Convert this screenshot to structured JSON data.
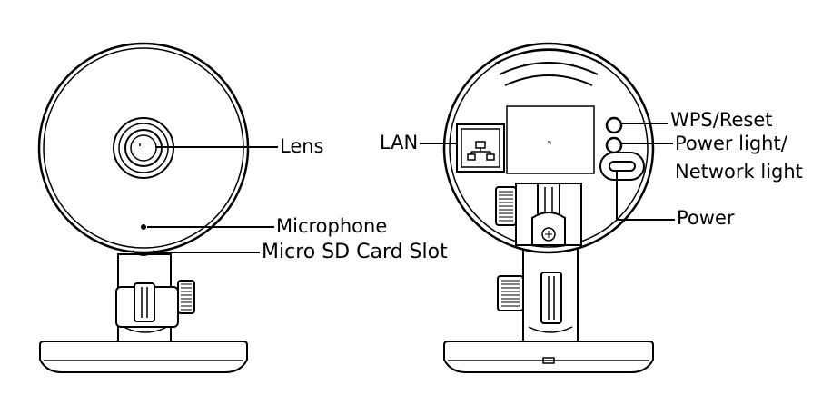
{
  "front_view": {
    "labels": {
      "lens": "Lens",
      "microphone": "Microphone",
      "micro_sd": "Micro SD Card Slot"
    }
  },
  "back_view": {
    "labels": {
      "lan": "LAN",
      "wps_reset": "WPS/Reset",
      "power_light_line1": "Power light/",
      "power_light_line2": "Network light",
      "power": "Power"
    }
  },
  "colors": {
    "stroke": "#000000",
    "fill": "#ffffff"
  }
}
